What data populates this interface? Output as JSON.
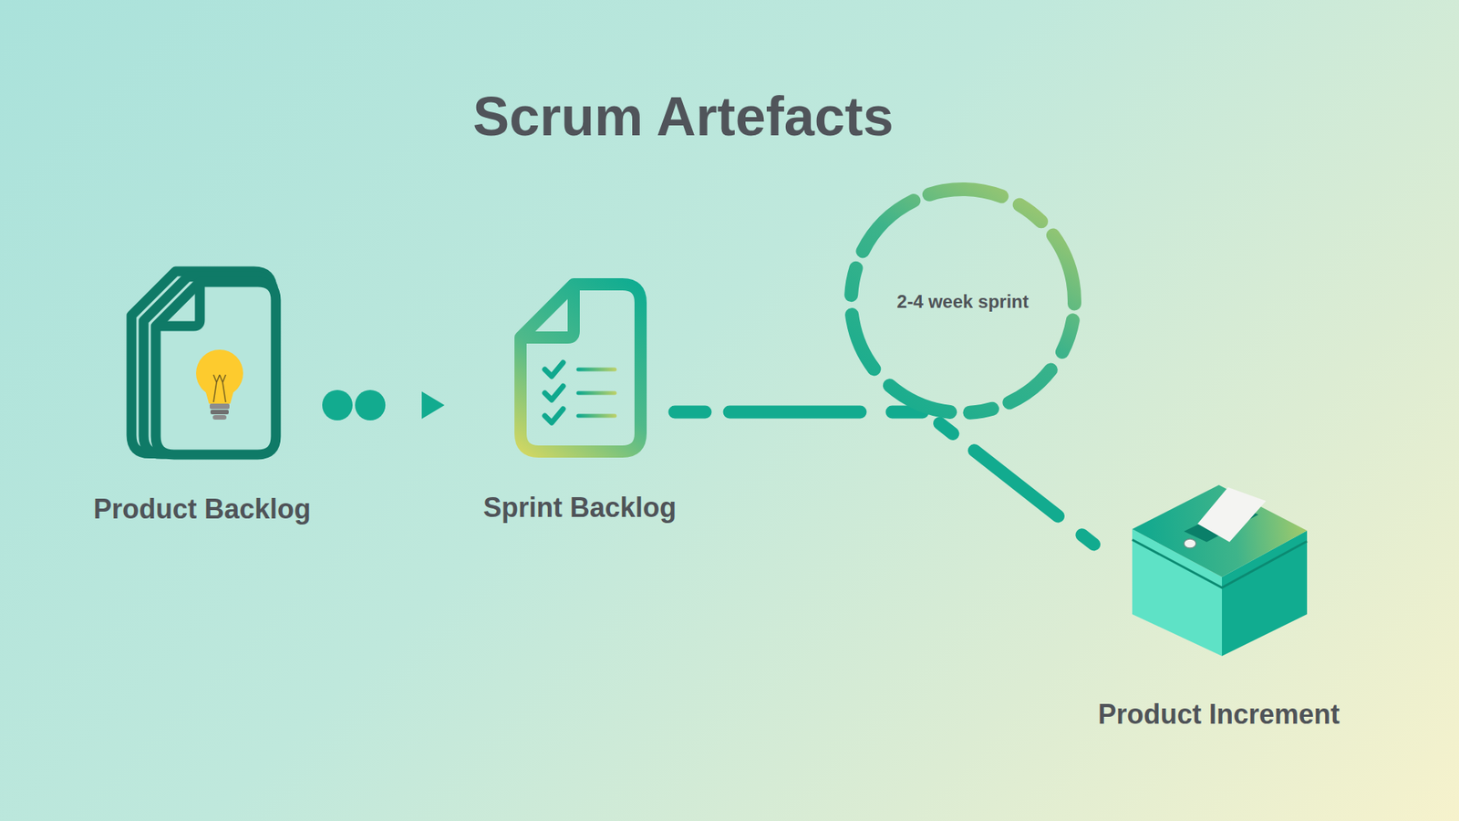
{
  "diagram": {
    "title": "Scrum Artefacts",
    "nodes": [
      {
        "text": [
          "Product Backlog"
        ]
      },
      {
        "text": [
          "Sprint Backlog"
        ]
      },
      {
        "text": [
          "2-4 week sprint"
        ]
      },
      {
        "text": [
          "Product Increment"
        ]
      }
    ],
    "edges": [
      {
        "from": 0,
        "to": 1,
        "arrow": "to"
      },
      {
        "from": 1,
        "to": 2,
        "arrow": "none"
      },
      {
        "from": 2,
        "to": 3,
        "arrow": "none"
      }
    ]
  }
}
